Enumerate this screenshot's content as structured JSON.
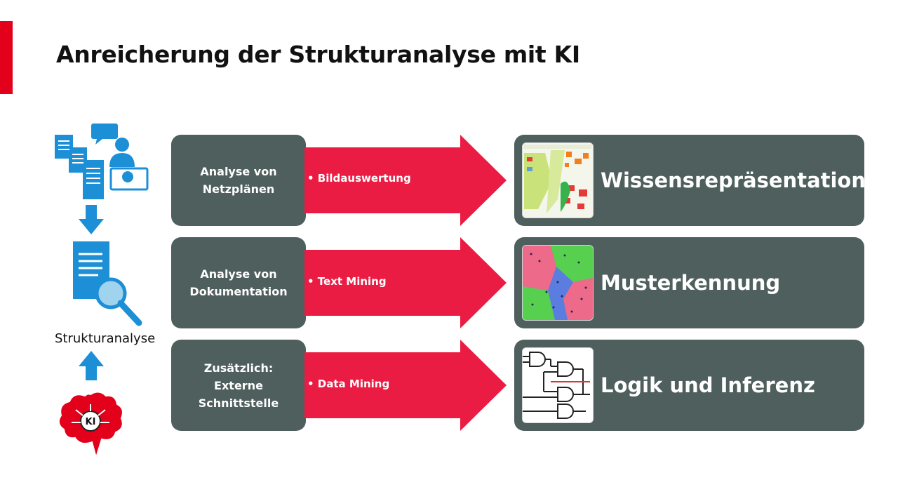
{
  "slide": {
    "title": "Anreicherung der Strukturanalyse mit KI"
  },
  "left_column": {
    "structure_label": "Strukturanalyse",
    "ki_badge": "KI",
    "icons": [
      "documents-people-icon",
      "arrow-down-icon",
      "document-search-icon",
      "arrow-up-icon",
      "ki-brain-icon"
    ]
  },
  "rows": [
    {
      "source": "Analyse von\nNetzplänen",
      "method": "• Bildauswertung",
      "result": "Wissensrepräsentation",
      "thumbnail": "netzplan-map-thumbnail"
    },
    {
      "source": "Analyse von\nDokumentation",
      "method": "• Text Mining",
      "result": "Musterkennung",
      "thumbnail": "cluster-map-thumbnail"
    },
    {
      "source": "Zusätzlich:\nExterne\nSchnittstelle",
      "method": "• Data Mining",
      "result": "Logik und Inferenz",
      "thumbnail": "logic-circuit-thumbnail"
    }
  ],
  "colors": {
    "accent_red": "#e2001a",
    "box_gray": "#4e5f5d",
    "arrow_red": "#eb1c43",
    "icon_blue": "#1c8fd7"
  }
}
